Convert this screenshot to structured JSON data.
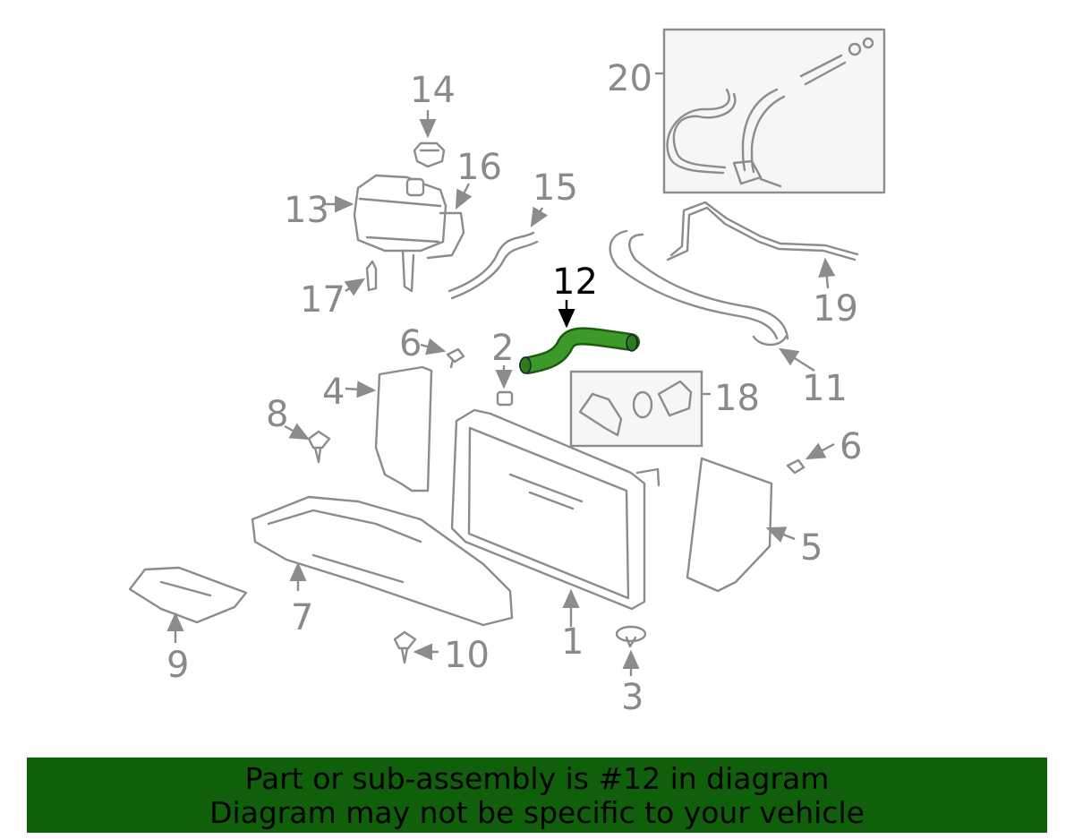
{
  "diagram": {
    "labels": {
      "p1": "1",
      "p2": "2",
      "p3": "3",
      "p4": "4",
      "p5": "5",
      "p6a": "6",
      "p6b": "6",
      "p7": "7",
      "p8": "8",
      "p9": "9",
      "p10": "10",
      "p11": "11",
      "p12": "12",
      "p13": "13",
      "p14": "14",
      "p15": "15",
      "p16": "16",
      "p17": "17",
      "p18": "18",
      "p19": "19",
      "p20": "20"
    },
    "highlight_color": "#2e8b1e",
    "label_color": "#8a8a8a"
  },
  "banner": {
    "line1": "Part or sub-assembly is #12 in diagram",
    "line2": "Diagram may not be specific to your vehicle",
    "background": "#10600b"
  }
}
